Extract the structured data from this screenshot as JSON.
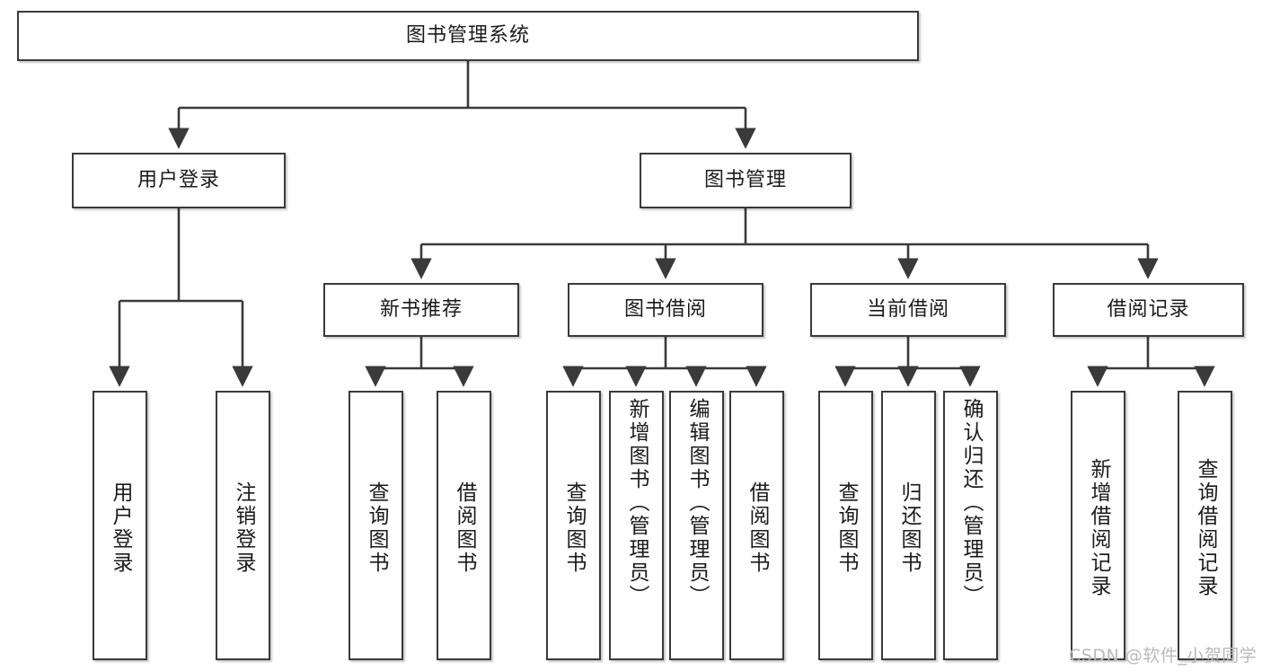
{
  "diagram": {
    "title_node": {
      "label": "图书管理系统"
    },
    "level2": [
      {
        "label": "用户登录"
      },
      {
        "label": "图书管理"
      }
    ],
    "level3": [
      {
        "label": "新书推荐"
      },
      {
        "label": "图书借阅"
      },
      {
        "label": "当前借阅"
      },
      {
        "label": "借阅记录"
      }
    ],
    "leaves": {
      "user_login": [
        {
          "label": "用户登录"
        },
        {
          "label": "注销登录"
        }
      ],
      "new_book_recommend": [
        {
          "label": "查询图书"
        },
        {
          "label": "借阅图书"
        }
      ],
      "book_borrow": [
        {
          "label": "查询图书"
        },
        {
          "label": "新增图书（管理员）"
        },
        {
          "label": "编辑图书（管理员）"
        },
        {
          "label": "借阅图书"
        }
      ],
      "current_borrow": [
        {
          "label": "查询图书"
        },
        {
          "label": "归还图书"
        },
        {
          "label": "确认归还（管理员）"
        }
      ],
      "borrow_record": [
        {
          "label": "新增借阅记录"
        },
        {
          "label": "查询借阅记录"
        }
      ]
    },
    "watermark": {
      "text": "CSDN @软件_小贺同学"
    },
    "colors": {
      "stroke": "#3a3a3a",
      "fill": "#ffffff",
      "text": "#1b1b1b",
      "watermark": "#b9b9b9"
    }
  }
}
